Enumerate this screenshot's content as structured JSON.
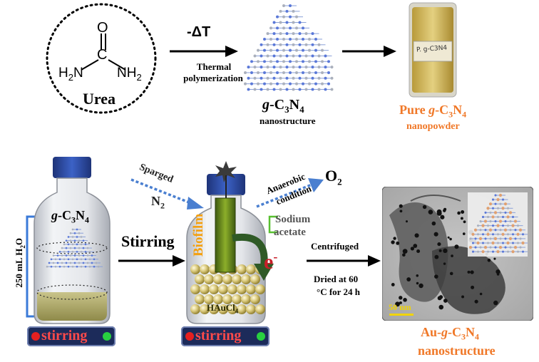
{
  "top": {
    "urea_label": "Urea",
    "urea_h2n": "H2N",
    "urea_nh2": "NH2",
    "urea_o": "O",
    "urea_c": "C",
    "arrow1_top": "-ΔT",
    "arrow1_bottom_line1": "Thermal",
    "arrow1_bottom_line2": "polymerization",
    "gcn_label_g": "g",
    "gcn_label_rest": "-C3N4",
    "gcn_sub": "nanostructure",
    "pure_label": "Pure g-C3N4",
    "pure_sub": "nanopowder",
    "vial_label": "P. g-C3N4"
  },
  "bottom": {
    "vol_label": "250 mL H2O",
    "bottle1_label": "g-C3N4",
    "stirring_arrow": "Stirring",
    "stirrer1": "stirring",
    "stirrer2": "stirring",
    "sparged": "Sparged",
    "n2": "N2",
    "anaerobic_line1": "Anaerobic",
    "anaerobic_line2": "condition",
    "o2": "O2",
    "sodium": "Sodium",
    "acetate": "acetate",
    "biofilm": "Biofilm",
    "electron": "e-",
    "haucl4": "HAuCl4",
    "centrifuged": "Centrifuged",
    "dried_line1": "Dried at  60",
    "dried_line2": "°C for 24 h",
    "scale_bar": "50 nm",
    "product_line1": "Au-g-C3N4",
    "product_line2": "nanostructure"
  },
  "colors": {
    "orange": "#f07828",
    "blue_arrow": "#4a7fd0",
    "stirrer_base": "#1c2b5a",
    "stirrer_text": "#ff4a4a",
    "cap_blue": "#2a4aa0",
    "biofilm_green": "#5b7a1e",
    "electron_red": "#c8202a"
  }
}
